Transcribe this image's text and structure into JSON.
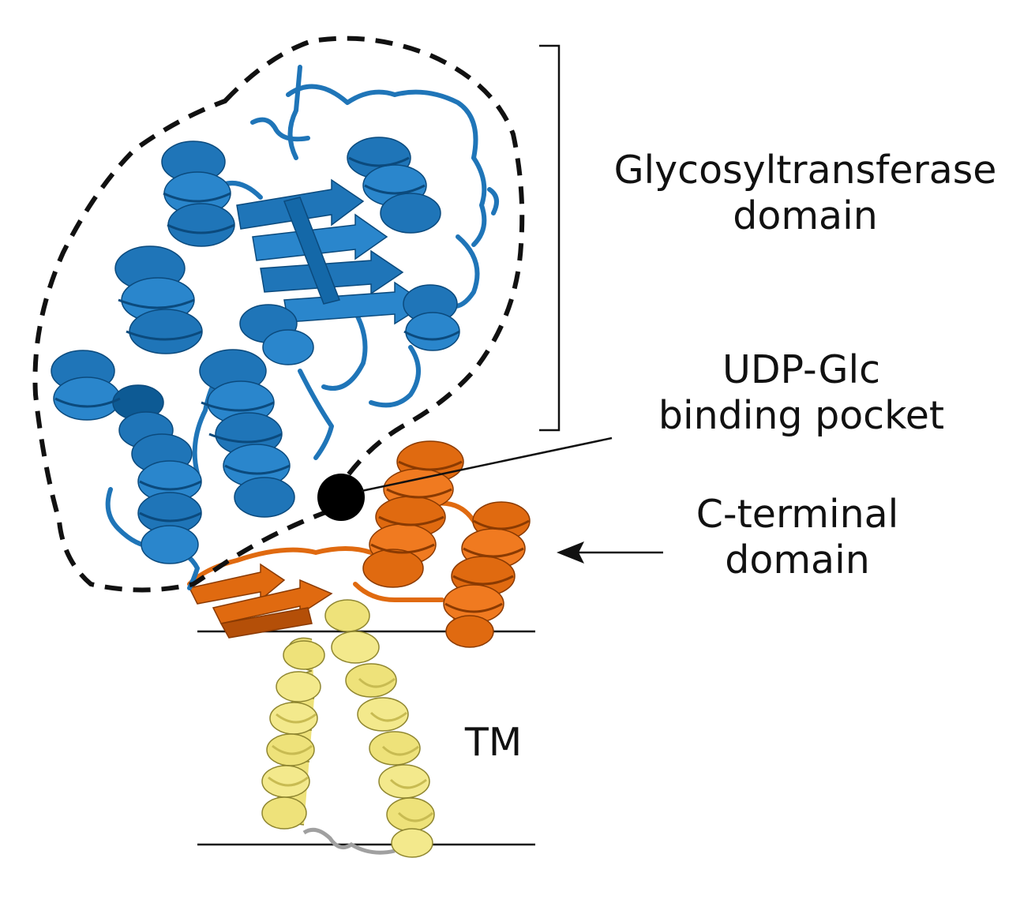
{
  "labels": {
    "glycosyltransferase": {
      "line1": "Glycosyltransferase",
      "line2": "domain"
    },
    "udp_glc": {
      "line1": "UDP-Glc",
      "line2": "binding pocket"
    },
    "c_terminal": {
      "line1": "C-terminal",
      "line2": "domain"
    },
    "tm": "TM"
  },
  "colors": {
    "glycosyltransferase_domain": "#1f75b8",
    "glycosyltransferase_dark": "#0d5a94",
    "c_terminal_domain": "#e06a10",
    "c_terminal_dark": "#a84a06",
    "transmembrane": "#eee27a",
    "transmembrane_dark": "#b8ac45",
    "loop": "#a0a0a0",
    "binding_pocket": "#000000",
    "lines": "#111111"
  },
  "icons": {
    "binding_pocket": "filled-circle",
    "c_terminal_pointer": "arrow-left",
    "domain_bracket": "right-bracket"
  }
}
